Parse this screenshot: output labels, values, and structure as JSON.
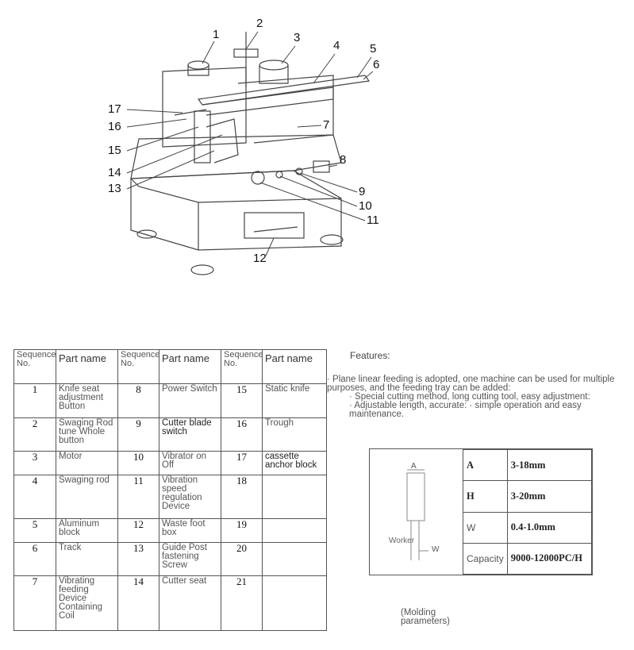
{
  "callouts": [
    "1",
    "2",
    "3",
    "4",
    "5",
    "6",
    "7",
    "8",
    "9",
    "10",
    "11",
    "12",
    "13",
    "14",
    "15",
    "16",
    "17"
  ],
  "table": {
    "header": {
      "seq": "Sequence No.",
      "part": "Part name"
    },
    "rows": [
      [
        {
          "seq": "1",
          "name": "Knife seat adjustment Button"
        },
        {
          "seq": "8",
          "name": "Power Switch"
        },
        {
          "seq": "15",
          "name": "Static knife"
        }
      ],
      [
        {
          "seq": "2",
          "name": "Swaging Rod tune Whole button"
        },
        {
          "seq": "9",
          "name": "Cutter blade switch"
        },
        {
          "seq": "16",
          "name": "Trough"
        }
      ],
      [
        {
          "seq": "3",
          "name": "Motor"
        },
        {
          "seq": "10",
          "name": "Vibrator on Off"
        },
        {
          "seq": "17",
          "name": "cassette anchor block"
        }
      ],
      [
        {
          "seq": "4",
          "name": "Swaging rod"
        },
        {
          "seq": "11",
          "name": "Vibration speed regulation Device"
        },
        {
          "seq": "18",
          "name": ""
        }
      ],
      [
        {
          "seq": "5",
          "name": "Aluminum block"
        },
        {
          "seq": "12",
          "name": "Waste foot box"
        },
        {
          "seq": "19",
          "name": ""
        }
      ],
      [
        {
          "seq": "6",
          "name": "Track"
        },
        {
          "seq": "13",
          "name": "Guide Post fastening Screw"
        },
        {
          "seq": "20",
          "name": ""
        }
      ],
      [
        {
          "seq": "7",
          "name": "Vibrating feeding Device Containing Coil"
        },
        {
          "seq": "14",
          "name": "Cutter seat"
        },
        {
          "seq": "21",
          "name": ""
        }
      ]
    ]
  },
  "features": {
    "title": "Features:",
    "items": [
      "· Plane linear feeding is adopted, one machine can be used for multiple purposes, and the feeding tray can be added:",
      "· Special cutting method, long cutting tool, easy adjustment:",
      "· Adjustable length, accurate: · simple operation and easy maintenance."
    ]
  },
  "parameters": {
    "figure_labels": {
      "a": "A",
      "w": "W",
      "work": "Worker"
    },
    "rows": [
      {
        "key": "A",
        "value": "3-18mm"
      },
      {
        "key": "H",
        "value": "3-20mm"
      },
      {
        "key": "W",
        "value": "0.4-1.0mm"
      },
      {
        "key": "Capacity",
        "value": "9000-12000PC/H"
      }
    ],
    "caption": "(Molding parameters)"
  }
}
